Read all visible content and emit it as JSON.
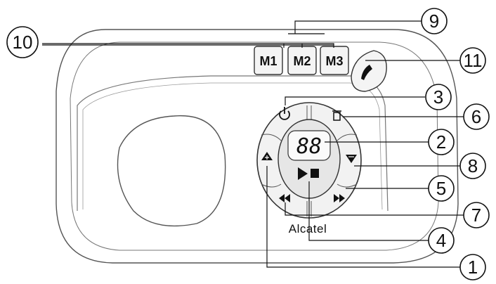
{
  "device": {
    "brand": "Alcatel",
    "display_value": "88",
    "memory_keys": [
      "M1",
      "M2",
      "M3"
    ]
  },
  "callouts": [
    "1",
    "2",
    "3",
    "4",
    "5",
    "6",
    "7",
    "8",
    "9",
    "10",
    "11"
  ],
  "icons": {
    "power": "power-icon",
    "delete": "delete-icon",
    "volume_up": "volume-up-icon",
    "volume_down": "volume-down-icon",
    "rewind": "rewind-icon",
    "forward": "fast-forward-icon",
    "play_stop": "play-stop-icon",
    "handset": "handset-icon"
  }
}
